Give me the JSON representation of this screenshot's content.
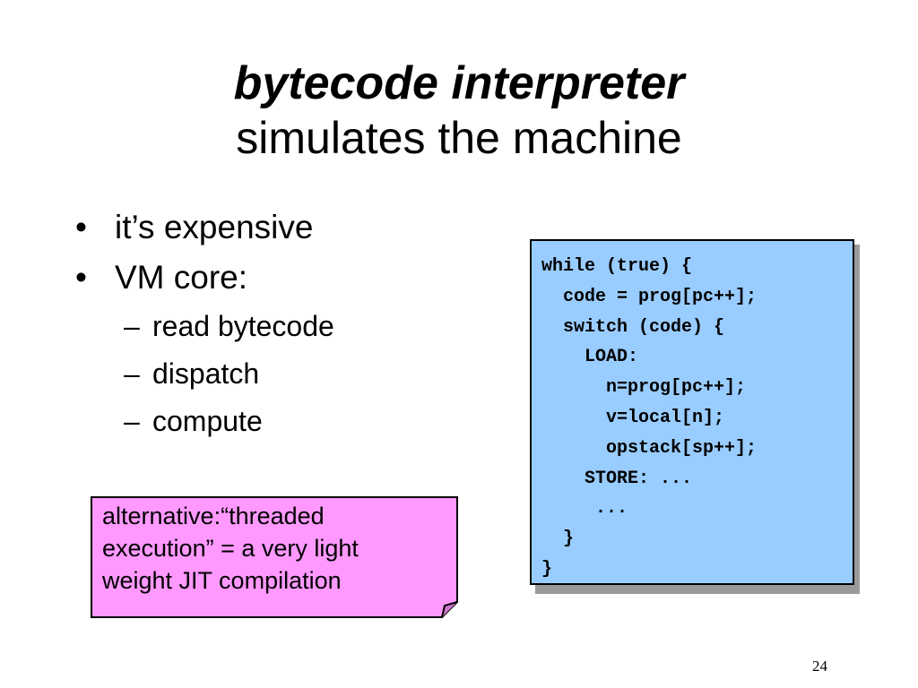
{
  "title": {
    "line1": "bytecode interpreter",
    "line2": "simulates the machine"
  },
  "bullets": [
    {
      "text": "it’s expensive",
      "marker": "•"
    },
    {
      "text": "VM core:",
      "marker": "•",
      "sub_items": [
        {
          "text": "read bytecode",
          "marker": "–"
        },
        {
          "text": "dispatch",
          "marker": "–"
        },
        {
          "text": "compute",
          "marker": "–"
        }
      ]
    }
  ],
  "code_box": {
    "lines": [
      "while (true) {",
      "  code = prog[pc++];",
      "  switch (code) {",
      "    LOAD:",
      "      n=prog[pc++];",
      "      v=local[n];",
      "      opstack[sp++];",
      "    STORE: ...",
      "     ...",
      "  }",
      "}"
    ],
    "background": "#99ccff"
  },
  "note": {
    "lines": [
      "alternative:“threaded",
      "execution” = a very light",
      "weight JIT compilation"
    ],
    "background": "#ff99ff"
  },
  "page_number": "24"
}
